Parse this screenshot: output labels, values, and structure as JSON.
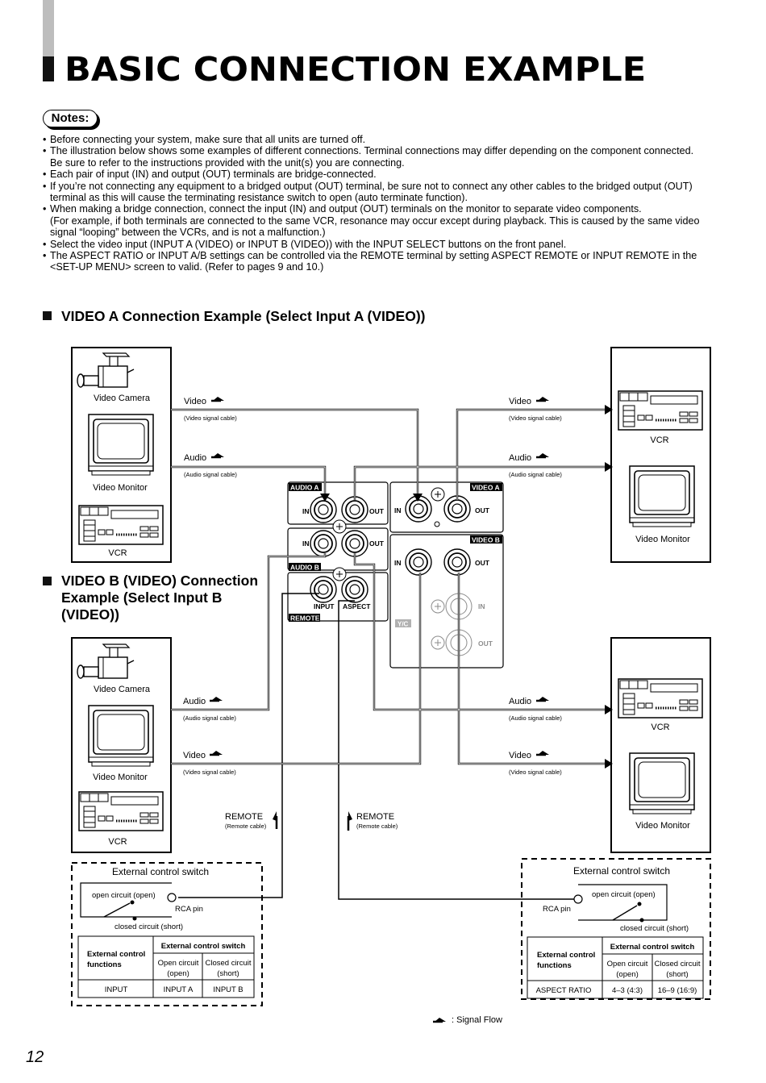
{
  "title": "BASIC CONNECTION EXAMPLE",
  "notes_label": "Notes:",
  "notes": [
    {
      "lines": [
        "Before connecting your system, make sure that all units are turned off."
      ]
    },
    {
      "lines": [
        "The illustration below shows some examples of different connections. Terminal connections may differ depending on the component connected.",
        "Be sure to refer to the instructions provided with the unit(s) you are connecting."
      ]
    },
    {
      "lines": [
        "Each pair of input (IN) and output (OUT) terminals are bridge-connected."
      ]
    },
    {
      "lines": [
        "If you’re not connecting any equipment to a bridged output (OUT) terminal, be sure not to connect any other cables to the bridged output (OUT)",
        "terminal as this will cause the terminating resistance switch to open (auto terminate function)."
      ]
    },
    {
      "lines": [
        "When making a bridge connection, connect the input (IN) and output (OUT) terminals on the monitor to separate video components.",
        "(For example, if both terminals are connected to the same VCR, resonance may occur except during playback. This is caused by the same video",
        "signal “looping” between the VCRs, and is not a malfunction.)"
      ]
    },
    {
      "lines": [
        "Select the video input (INPUT A (VIDEO) or INPUT B (VIDEO)) with the INPUT SELECT buttons on the front panel."
      ]
    },
    {
      "lines": [
        "The ASPECT RATIO or INPUT A/B settings can be controlled via the REMOTE terminal by setting ASPECT REMOTE or INPUT REMOTE in the",
        "<SET-UP MENU> screen to valid. (Refer to pages 9 and 10.)"
      ]
    }
  ],
  "section_a": "VIDEO A Connection Example (Select Input A (VIDEO))",
  "section_b": [
    "VIDEO B (VIDEO) Connection",
    "Example (Select Input B",
    "(VIDEO))"
  ],
  "devices": {
    "video_camera": "Video Camera",
    "video_monitor": "Video Monitor",
    "vcr": "VCR"
  },
  "cables": {
    "video": "Video",
    "video_cable": "(Video signal cable)",
    "audio": "Audio",
    "audio_cable": "(Audio signal cable)",
    "remote": "REMOTE",
    "remote_cable": "(Remote cable)"
  },
  "panel": {
    "audio_a": "AUDIO A",
    "audio_b": "AUDIO B",
    "video_a": "VIDEO A",
    "video_b": "VIDEO B",
    "remote": "REMOTE",
    "in": "IN",
    "out": "OUT",
    "input": "INPUT",
    "aspect": "ASPECT",
    "yc": "Y/C"
  },
  "switch_left": {
    "title": "External control switch",
    "open": "open circuit (open)",
    "closed": "closed circuit (short)",
    "pin": "RCA pin",
    "table": {
      "h1": [
        "External control",
        "functions"
      ],
      "h2": "External control switch",
      "open": [
        "Open circuit",
        "(open)"
      ],
      "closed": [
        "Closed circuit",
        "(short)"
      ],
      "row": [
        "INPUT",
        "INPUT A",
        "INPUT B"
      ]
    }
  },
  "switch_right": {
    "title": "External control switch",
    "open": "open circuit (open)",
    "closed": "closed circuit (short)",
    "pin": "RCA pin",
    "table": {
      "h1": [
        "External control",
        "functions"
      ],
      "h2": "External control switch",
      "open": [
        "Open circuit",
        "(open)"
      ],
      "closed": [
        "Closed circuit",
        "(short)"
      ],
      "row": [
        "ASPECT RATIO",
        "4–3 (4:3)",
        "16–9 (16:9)"
      ]
    }
  },
  "legend": ": Signal Flow",
  "page_number": "12"
}
